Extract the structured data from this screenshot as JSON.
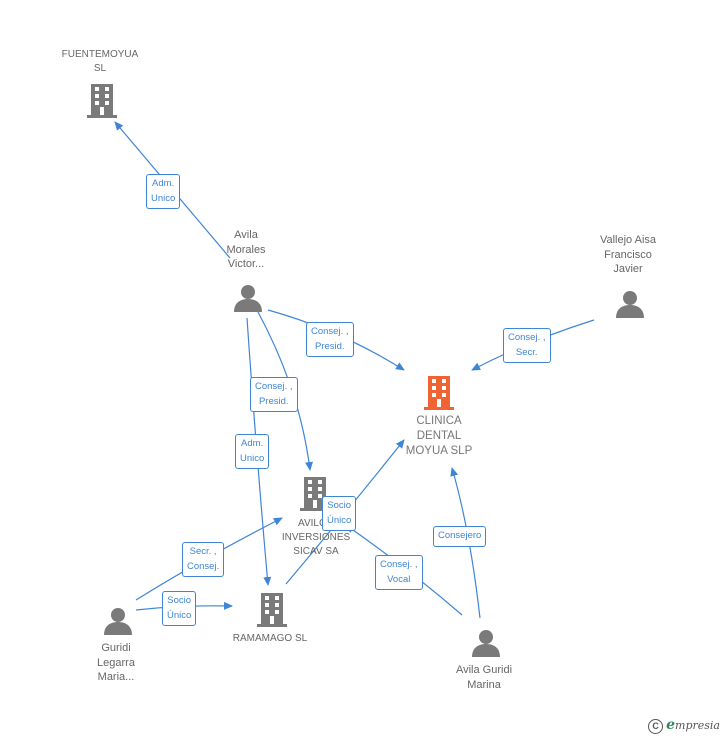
{
  "colors": {
    "edge": "#3f85d6",
    "company": "#7a7a7a",
    "main_company": "#f06433",
    "person": "#7a7a7a"
  },
  "nodes": {
    "fuentemoyua": {
      "label_line1": "FUENTEMOYUA",
      "label_line2": "SL",
      "icon": "building-icon"
    },
    "avila_morales": {
      "label_line1": "Avila",
      "label_line2": "Morales",
      "label_line3": "Victor...",
      "icon": "person-icon"
    },
    "vallejo": {
      "label_line1": "Vallejo Aisa",
      "label_line2": "Francisco",
      "label_line3": "Javier",
      "icon": "person-icon"
    },
    "clinica": {
      "label_line1": "CLINICA",
      "label_line2": "DENTAL",
      "label_line3": "MOYUA SLP",
      "icon": "building-icon"
    },
    "avilgu": {
      "label_line1": "AVILGU",
      "label_line2": "INVERSIONES",
      "label_line3": "SICAV SA",
      "icon": "building-icon"
    },
    "ramamago": {
      "label_line1": "RAMAMAGO SL",
      "icon": "building-icon"
    },
    "guridi_legarra": {
      "label_line1": "Guridi",
      "label_line2": "Legarra",
      "label_line3": "Maria...",
      "icon": "person-icon"
    },
    "avila_guridi": {
      "label_line1": "Avila Guridi",
      "label_line2": "Marina",
      "icon": "person-icon"
    }
  },
  "edges": {
    "adm_unico_fuente": {
      "line1": "Adm.",
      "line2": "Unico"
    },
    "consej_presid_clinica": {
      "line1": "Consej. ,",
      "line2": "Presid."
    },
    "consej_secr_vallejo": {
      "line1": "Consej. ,",
      "line2": "Secr."
    },
    "consej_presid_avilgu": {
      "line1": "Consej. ,",
      "line2": "Presid."
    },
    "adm_unico_ramamago": {
      "line1": "Adm.",
      "line2": "Unico"
    },
    "socio_unico_clinica": {
      "line1": "Socio",
      "line2": "Único"
    },
    "consejero_marina": {
      "line1": "Consejero"
    },
    "secr_consej_guridi": {
      "line1": "Secr. ,",
      "line2": "Consej."
    },
    "socio_unico_guridi": {
      "line1": "Socio",
      "line2": "Único"
    },
    "consej_vocal_marina": {
      "line1": "Consej. ,",
      "line2": "Vocal"
    }
  },
  "footer": {
    "copyright_symbol": "C",
    "brand_e": "e",
    "brand_rest": "mpresia"
  }
}
